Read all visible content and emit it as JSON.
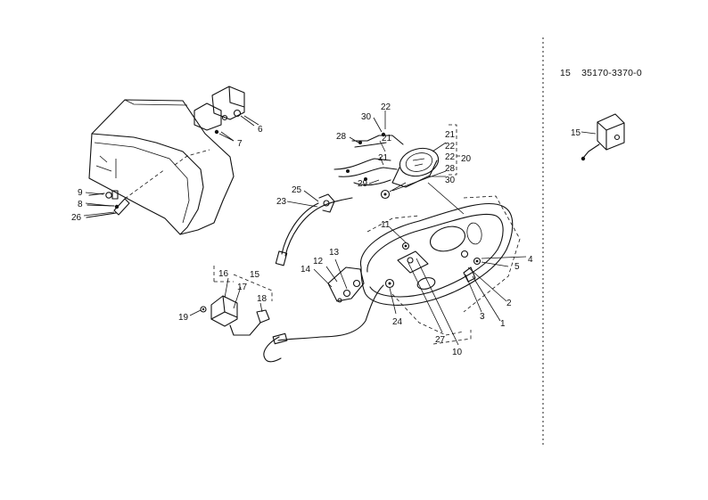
{
  "part_note": {
    "ref": "15",
    "number": "35170-3370-0"
  },
  "callouts": [
    "1",
    "2",
    "3",
    "4",
    "5",
    "6",
    "7",
    "8",
    "9",
    "10",
    "11",
    "12",
    "13",
    "14",
    "15",
    "16",
    "17",
    "18",
    "19",
    "20",
    "21",
    "22",
    "23",
    "24",
    "25",
    "26",
    "27",
    "28",
    "29",
    "30"
  ],
  "bracket_group": {
    "items": [
      "21",
      "22",
      "22",
      "28",
      "30"
    ],
    "parent": "20"
  },
  "inset_callout": "15",
  "label_15b": "15",
  "label_21b": "21"
}
